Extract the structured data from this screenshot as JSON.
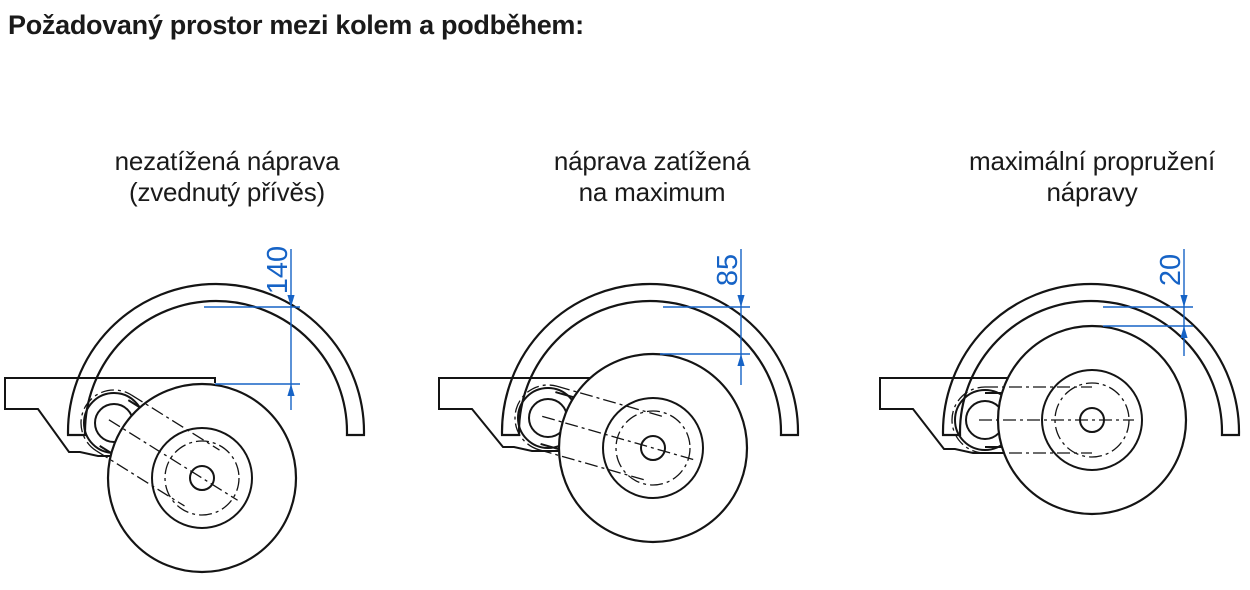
{
  "page": {
    "title": "Požadovaný prostor mezi kolem a podběhem:",
    "background": "#ffffff"
  },
  "colors": {
    "line": "#141414",
    "dimension_blue": "#1663c6"
  },
  "diagrams": [
    {
      "label_line1": "nezatížená náprava",
      "label_line2": "(zvednutý přívěs)",
      "dimension_mm": "140"
    },
    {
      "label_line1": "náprava zatížená",
      "label_line2": "na maximum",
      "dimension_mm": "85"
    },
    {
      "label_line1": "maximální propružení",
      "label_line2": "nápravy",
      "dimension_mm": "20"
    }
  ]
}
